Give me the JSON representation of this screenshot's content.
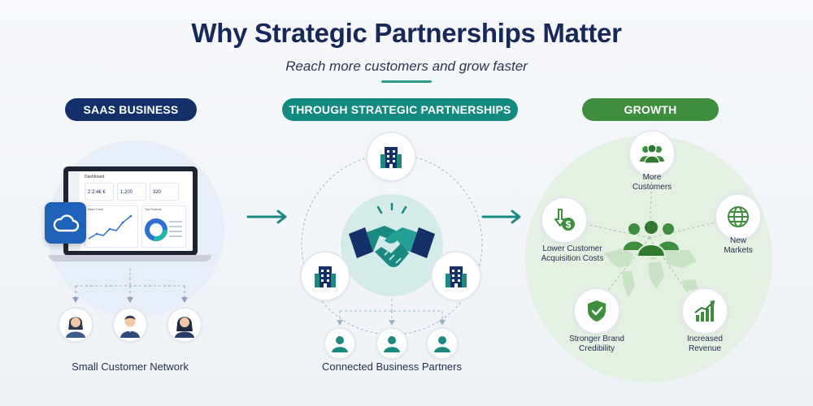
{
  "header": {
    "title": "Why Strategic Partnerships Matter",
    "subtitle": "Reach more customers and grow faster"
  },
  "sections": {
    "left": {
      "pill": "SAAS BUSINESS",
      "caption": "Small Customer Network",
      "dashboard": {
        "title": "Dashboard",
        "kpis": [
          "2 2.4€ €",
          "1,200",
          "320"
        ],
        "chart_left_label": "Sales Trend",
        "chart_right_label": "Top Products"
      }
    },
    "middle": {
      "pill": "THROUGH STRATEGIC PARTNERSHIPS",
      "caption": "Connected Business Partners"
    },
    "right": {
      "pill": "GROWTH",
      "benefits": [
        {
          "line1": "More",
          "line2": "Customers"
        },
        {
          "line1": "New",
          "line2": "Markets"
        },
        {
          "line1": "Increased",
          "line2": "Revenue"
        },
        {
          "line1": "Stronger Brand",
          "line2": "Credibility"
        },
        {
          "line1": "Lower Customer",
          "line2": "Acquisition Costs"
        }
      ]
    }
  },
  "colors": {
    "navy": "#13306b",
    "teal": "#138a80",
    "green": "#3f8e3e",
    "cloud_blue": "#1d61b8"
  },
  "icons": {
    "cloud": "cloud-icon",
    "building": "building-icon",
    "handshake": "handshake-icon",
    "person": "person-icon",
    "group": "group-icon",
    "globe": "globe-icon",
    "chart": "chart-growth-icon",
    "shield": "shield-check-icon",
    "dollar": "dollar-down-icon"
  }
}
